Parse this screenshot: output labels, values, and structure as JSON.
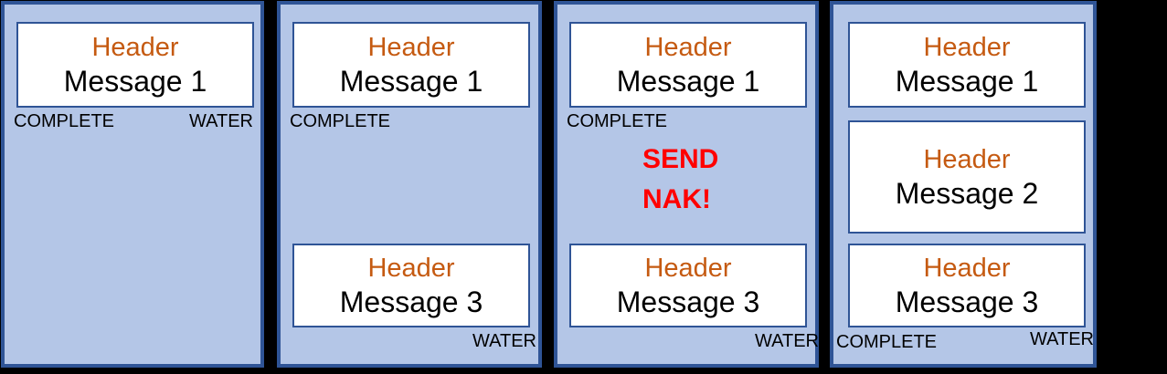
{
  "colors": {
    "background": "#000000",
    "panel_fill": "#B4C6E7",
    "panel_border": "#2F5496",
    "box_fill": "#FFFFFF",
    "box_border": "#2F5496",
    "header_text": "#C55A11",
    "message_text": "#000000",
    "label_text": "#000000",
    "alert_text": "#FF0000"
  },
  "panels": [
    {
      "box1": {
        "header": "Header",
        "message": "Message 1"
      },
      "labels": {
        "complete": "COMPLETE",
        "water": "WATER"
      }
    },
    {
      "box1": {
        "header": "Header",
        "message": "Message 1"
      },
      "box3": {
        "header": "Header",
        "message": "Message 3"
      },
      "labels": {
        "complete": "COMPLETE",
        "water": "WATER"
      }
    },
    {
      "box1": {
        "header": "Header",
        "message": "Message 1"
      },
      "alert": {
        "line1": "SEND",
        "line2": "NAK!"
      },
      "box3": {
        "header": "Header",
        "message": "Message 3"
      },
      "labels": {
        "complete": "COMPLETE",
        "water": "WATER"
      }
    },
    {
      "box1": {
        "header": "Header",
        "message": "Message 1"
      },
      "box2": {
        "header": "Header",
        "message": "Message 2"
      },
      "box3": {
        "header": "Header",
        "message": "Message 3"
      },
      "labels": {
        "complete": "COMPLETE",
        "water": "WATER"
      }
    }
  ]
}
